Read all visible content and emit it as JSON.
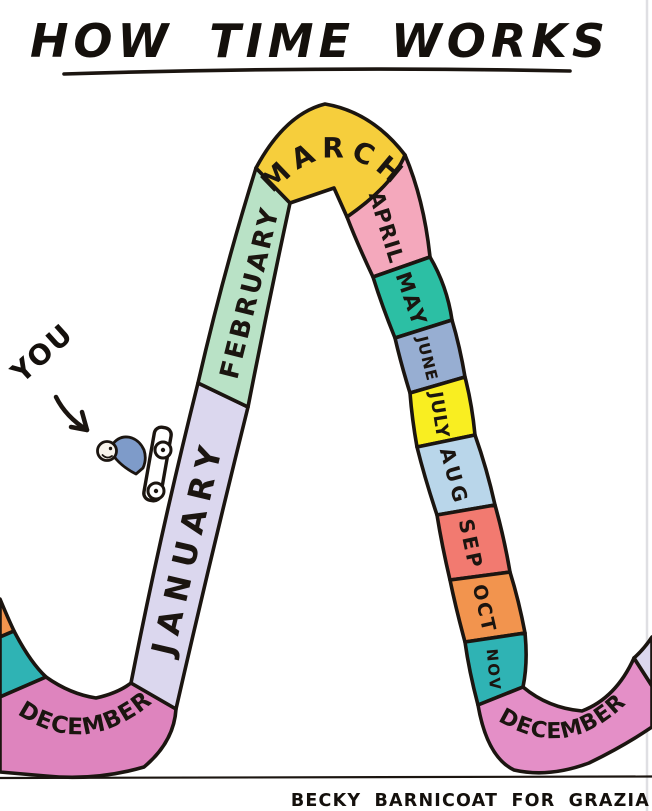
{
  "title": "HOW TIME WORKS",
  "credit": "BECKY BARNICOAT FOR GRAZIA",
  "annotation": {
    "you_label": "YOU"
  },
  "colors": {
    "ink": "#1b1510",
    "paper": "#ffffff",
    "edge_line": "#dfdfe3",
    "rider_shirt": "#7e9bc9",
    "rider_skin": "#f8f4ec",
    "cart": "#ffffff"
  },
  "timeline": {
    "left_tail": [
      {
        "name": "tail-segment-top",
        "color": "#F2944E"
      },
      {
        "name": "tail-segment-bottom",
        "color": "#2FB3B4"
      }
    ],
    "months": [
      {
        "label": "DECEMBER",
        "color": "#DE84BE"
      },
      {
        "label": "JANUARY",
        "color": "#DBD7EE"
      },
      {
        "label": "FEBRUARY",
        "color": "#B9E2C6"
      },
      {
        "label": "MARCH",
        "color": "#F6CE3C"
      },
      {
        "label": "APRIL",
        "color": "#F4A8BC"
      },
      {
        "label": "MAY",
        "color": "#2CBFA4"
      },
      {
        "label": "JUNE",
        "color": "#97AED2"
      },
      {
        "label": "JULY",
        "color": "#F9EE21"
      },
      {
        "label": "AUG",
        "color": "#B9D6EA"
      },
      {
        "label": "SEP",
        "color": "#F27A70"
      },
      {
        "label": "OCT",
        "color": "#F2944E"
      },
      {
        "label": "NOV",
        "color": "#2FB3B4"
      },
      {
        "label": "DECEMBER",
        "color": "#E48FC7"
      }
    ],
    "next_year": {
      "name": "next-january-sliver",
      "color": "#DBD7EE"
    }
  }
}
